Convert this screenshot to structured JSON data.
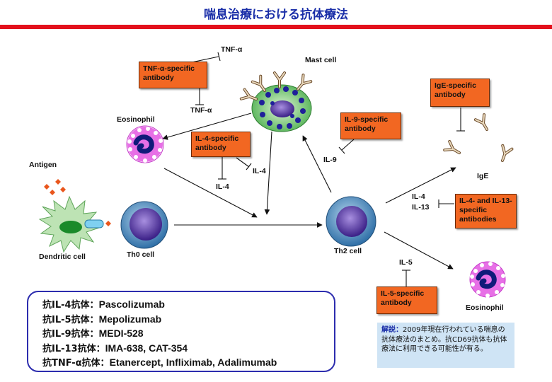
{
  "title": "喘息治療における抗体療法",
  "cells": {
    "mast": "Mast cell",
    "eosinophil_top": "Eosinophil",
    "antigen": "Antigen",
    "dendritic": "Dendritic cell",
    "th0": "Th0 cell",
    "th2": "Th2 cell",
    "eosinophil_bottom": "Eosinophil",
    "ige": "IgE"
  },
  "antibodies": {
    "tnf": "TNF-α-specific antibody",
    "il4": "IL-4-specific antibody",
    "il9": "IL-9-specific antibody",
    "ige": "IgE-specific antibody",
    "il4_il13": "IL-4- and IL-13-specific antibodies",
    "il5": "IL-5-specific antibody"
  },
  "cytokines": {
    "tnf_top": "TNF-α",
    "tnf_bottom": "TNF-α",
    "il4_left": "IL-4",
    "il4_right": "IL-4",
    "il9": "IL-9",
    "il4_pair": "IL-4",
    "il13_pair": "IL-13",
    "il5": "IL-5"
  },
  "legend": [
    {
      "target": "抗IL-4抗体：",
      "drug": "Pascolizumab"
    },
    {
      "target": "抗IL-5抗体：",
      "drug": "Mepolizumab"
    },
    {
      "target": "抗IL-9抗体：",
      "drug": "MEDI-528"
    },
    {
      "target": "抗IL-13抗体：",
      "drug": "IMA-638, CAT-354"
    },
    {
      "target": "抗TNF-α抗体：",
      "drug": "Etanercept, Infliximab, Adalimumab"
    }
  ],
  "note": {
    "key": "解説：",
    "text": "2009年現在行われている喘息の抗体療法のまとめ。抗CD69抗体も抗体療法に利用できる可能性が有る。"
  },
  "colors": {
    "title": "#1a2ea8",
    "bar": "#e3101b",
    "antibody_box": "#f26722",
    "note_bg": "#cfe4f5"
  }
}
